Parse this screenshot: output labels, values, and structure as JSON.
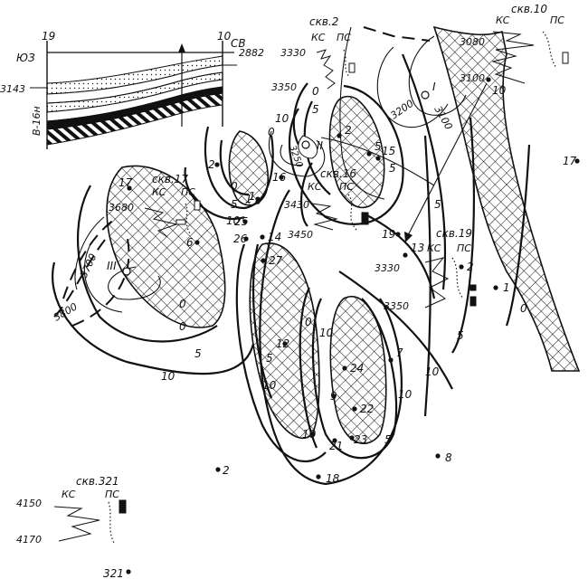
{
  "cross_section": {
    "left_well": "19",
    "right_well": "10",
    "left_dir": "ЮЗ",
    "right_dir": "СВ",
    "depth_top": "2882",
    "depth_left": "3143",
    "horizon": "В-16н"
  },
  "well_logs": [
    {
      "name": "скв.2",
      "ks": "КС",
      "ps": "ПС",
      "depths": [
        "3330",
        "3350"
      ]
    },
    {
      "name": "скв.10",
      "ks": "КС",
      "ps": "ПС",
      "depths": [
        "3080",
        "3100"
      ]
    },
    {
      "name": "скв.17",
      "ks": "КС",
      "ps": "ПС",
      "depths": [
        "3680"
      ]
    },
    {
      "name": "скв.16",
      "ks": "КС",
      "ps": "ПС",
      "depths": [
        "3430",
        "3450"
      ]
    },
    {
      "name": "скв.19",
      "ks": "КС",
      "ps": "ПС",
      "depths": [
        "3330",
        "3350"
      ]
    },
    {
      "name": "скв.321",
      "ks": "КС",
      "ps": "ПС",
      "depths": [
        "4150",
        "4170"
      ]
    }
  ],
  "wells": [
    {
      "label": "1"
    },
    {
      "label": "2"
    },
    {
      "label": "2"
    },
    {
      "label": "2"
    },
    {
      "label": "2"
    },
    {
      "label": "5"
    },
    {
      "label": "6"
    },
    {
      "label": "7"
    },
    {
      "label": "8"
    },
    {
      "label": "9"
    },
    {
      "label": "10"
    },
    {
      "label": "10"
    },
    {
      "label": "1"
    },
    {
      "label": "12"
    },
    {
      "label": "13"
    },
    {
      "label": "14"
    },
    {
      "label": "15"
    },
    {
      "label": "16"
    },
    {
      "label": "17"
    },
    {
      "label": "17"
    },
    {
      "label": "18"
    },
    {
      "label": "19"
    },
    {
      "label": "21"
    },
    {
      "label": "22"
    },
    {
      "label": "23"
    },
    {
      "label": "24"
    },
    {
      "label": "25"
    },
    {
      "label": "26"
    },
    {
      "label": "27"
    },
    {
      "label": "1"
    },
    {
      "label": "321"
    }
  ],
  "structure_labels": [
    "I",
    "II",
    "III"
  ],
  "structure_contours": [
    "3100",
    "3200",
    "3250",
    "3700",
    "3800"
  ],
  "isopach_labels": [
    "0",
    "5",
    "10"
  ]
}
